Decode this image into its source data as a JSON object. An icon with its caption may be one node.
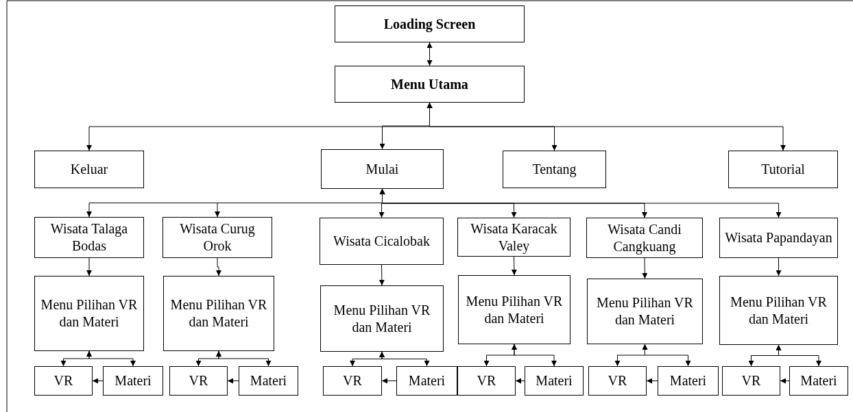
{
  "diagram": {
    "nodes": [
      {
        "text": [
          "Loading Screen"
        ]
      },
      {
        "text": [
          "Menu Utama"
        ]
      },
      {
        "text": [
          "Keluar"
        ]
      },
      {
        "text": [
          "Mulai"
        ]
      },
      {
        "text": [
          "Tentang"
        ]
      },
      {
        "text": [
          "Tutorial"
        ]
      },
      {
        "text": [
          "Wisata Talaga Bodas"
        ]
      },
      {
        "text": [
          "Wisata Curug Orok"
        ]
      },
      {
        "text": [
          "Wisata Cicalobak"
        ]
      },
      {
        "text": [
          "Wisata Karacak Valey"
        ]
      },
      {
        "text": [
          "Wisata Candi Cangkuang"
        ]
      },
      {
        "text": [
          "Wisata Papandayan"
        ]
      },
      {
        "text": [
          "Menu Pilihan VR dan Materi"
        ]
      },
      {
        "text": [
          "Menu Pilihan VR dan Materi"
        ]
      },
      {
        "text": [
          "Menu Pilihan VR dan Materi"
        ]
      },
      {
        "text": [
          "Menu Pilihan VR dan Materi"
        ]
      },
      {
        "text": [
          "Menu Pilihan VR dan Materi"
        ]
      },
      {
        "text": [
          "Menu Pilihan VR dan Materi"
        ]
      },
      {
        "text": [
          "VR"
        ]
      },
      {
        "text": [
          "Materi"
        ]
      },
      {
        "text": [
          "VR"
        ]
      },
      {
        "text": [
          "Materi"
        ]
      },
      {
        "text": [
          "VR"
        ]
      },
      {
        "text": [
          "Materi"
        ]
      },
      {
        "text": [
          "VR"
        ]
      },
      {
        "text": [
          "Materi"
        ]
      },
      {
        "text": [
          "VR"
        ]
      },
      {
        "text": [
          "Materi"
        ]
      },
      {
        "text": [
          "VR"
        ]
      },
      {
        "text": [
          "Materi"
        ]
      }
    ],
    "edges": [
      {
        "from": 0,
        "to": 1,
        "arrow": "both"
      },
      {
        "from": 1,
        "to": 2,
        "arrow": "both"
      },
      {
        "from": 1,
        "to": 3,
        "arrow": "both"
      },
      {
        "from": 1,
        "to": 4,
        "arrow": "both"
      },
      {
        "from": 1,
        "to": 5,
        "arrow": "both"
      },
      {
        "from": 3,
        "to": 6,
        "arrow": "both"
      },
      {
        "from": 3,
        "to": 7,
        "arrow": "both"
      },
      {
        "from": 3,
        "to": 8,
        "arrow": "both"
      },
      {
        "from": 3,
        "to": 9,
        "arrow": "both"
      },
      {
        "from": 3,
        "to": 10,
        "arrow": "both"
      },
      {
        "from": 3,
        "to": 11,
        "arrow": "both"
      },
      {
        "from": 6,
        "to": 12,
        "arrow": "to"
      },
      {
        "from": 7,
        "to": 13,
        "arrow": "to"
      },
      {
        "from": 8,
        "to": 14,
        "arrow": "to"
      },
      {
        "from": 9,
        "to": 15,
        "arrow": "to"
      },
      {
        "from": 10,
        "to": 16,
        "arrow": "to"
      },
      {
        "from": 11,
        "to": 17,
        "arrow": "to"
      },
      {
        "from": 12,
        "to": 18,
        "arrow": "both"
      },
      {
        "from": 12,
        "to": 19,
        "arrow": "both"
      },
      {
        "from": 19,
        "to": 18,
        "arrow": "to"
      },
      {
        "from": 13,
        "to": 20,
        "arrow": "both"
      },
      {
        "from": 13,
        "to": 21,
        "arrow": "both"
      },
      {
        "from": 21,
        "to": 20,
        "arrow": "to"
      },
      {
        "from": 14,
        "to": 22,
        "arrow": "both"
      },
      {
        "from": 14,
        "to": 23,
        "arrow": "both"
      },
      {
        "from": 23,
        "to": 22,
        "arrow": "to"
      },
      {
        "from": 15,
        "to": 24,
        "arrow": "both"
      },
      {
        "from": 15,
        "to": 25,
        "arrow": "both"
      },
      {
        "from": 25,
        "to": 24,
        "arrow": "to"
      },
      {
        "from": 16,
        "to": 26,
        "arrow": "both"
      },
      {
        "from": 16,
        "to": 27,
        "arrow": "both"
      },
      {
        "from": 27,
        "to": 26,
        "arrow": "to"
      },
      {
        "from": 17,
        "to": 28,
        "arrow": "both"
      },
      {
        "from": 17,
        "to": 29,
        "arrow": "both"
      },
      {
        "from": 29,
        "to": 28,
        "arrow": "to"
      }
    ]
  }
}
